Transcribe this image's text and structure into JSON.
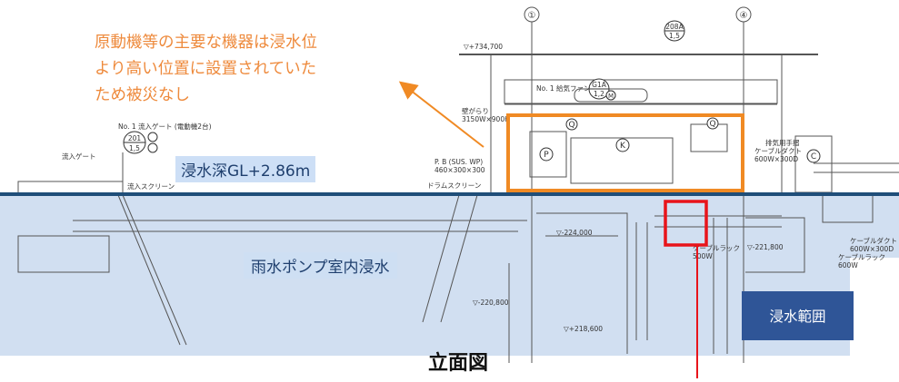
{
  "callout": {
    "lines": [
      "原動機等の主要な機器は浸水位",
      "より高い位置に設置されていた",
      "ため被災なし"
    ],
    "color": "#ee8a3c"
  },
  "labels": {
    "flood_depth": "浸水深GL+2.86m",
    "pump_room": "雨水ポンプ室内浸水",
    "legend": "浸水範囲",
    "figure_title": "立面図"
  },
  "drawing_text": {
    "col1": "①",
    "col4": "④",
    "elev_top": "▽+734,700",
    "elev_224": "▽-224,000",
    "elev_221": "▽-221,800",
    "elev_220": "▽-220,800",
    "elev_218": "▽+218,600",
    "fan_label": "No. 1 給気ファン",
    "tag_g1a": "G1A",
    "tag_g1a_sub": "1,2",
    "tag_208a": "208A",
    "tag_208a_sub": "1,5",
    "tag_201": "201",
    "tag_201_sub": "1,5",
    "gate_label": "No. 1 流入ゲート (電動機2台)",
    "gate": "流入ゲート",
    "screen": "流入スクリーン",
    "screen2": "ドラムスクリーン",
    "louver": "壁がらり",
    "louver_size": "3150W×900H",
    "pb": "P. B (SUS. WP)",
    "pb_size": "460×300×300",
    "duct": "ケーブルダクト",
    "duct_size": "600W×300D",
    "rack": "ケーブルラック",
    "rack_size": "500W",
    "rack2": "ケーブルラック",
    "rack2_size": "600W",
    "duct2": "ケーブルダクト",
    "duct2_size": "600W×300D",
    "handrail": "排気用手摺",
    "sym_p": "P",
    "sym_k": "K",
    "sym_q": "Q",
    "sym_m": "M",
    "sym_c": "C"
  },
  "colors": {
    "flood_fill": "#c9d9ee",
    "water_line": "#1f4e79",
    "highlight_orange": "#f08a24",
    "highlight_red": "#e8141b",
    "legend_bg": "#2f5597"
  }
}
